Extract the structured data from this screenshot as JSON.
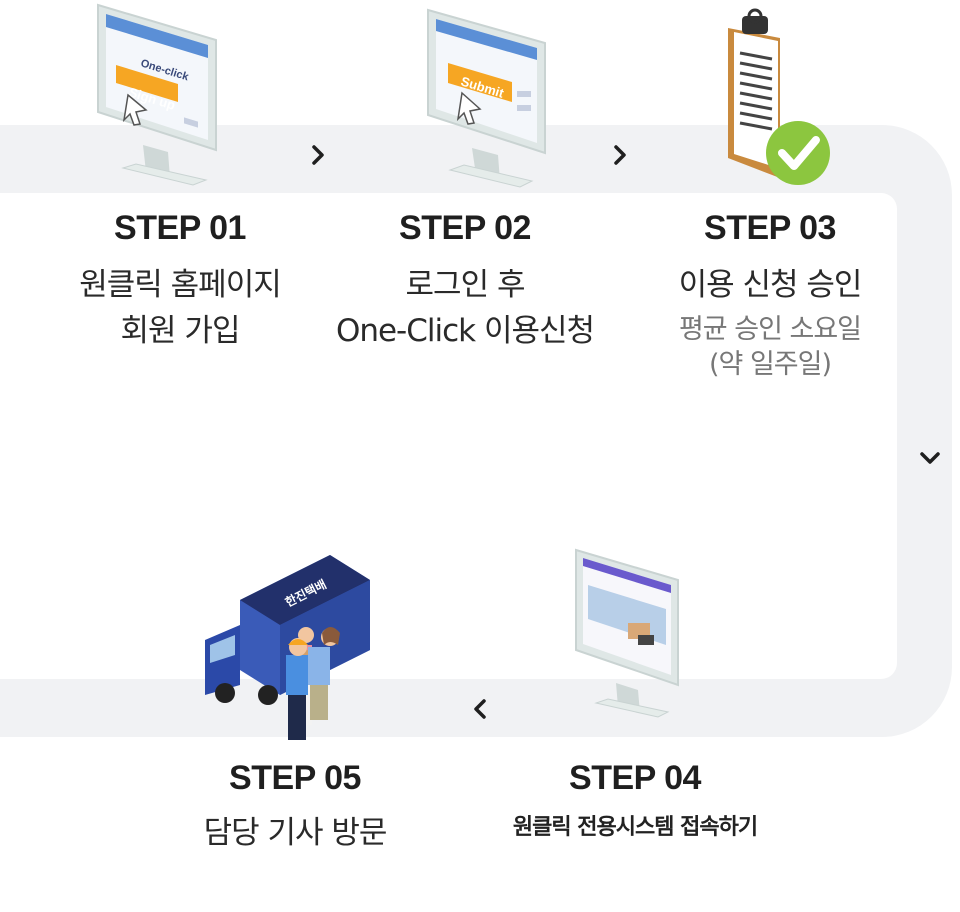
{
  "steps": [
    {
      "title": "STEP 01",
      "lines": [
        "원클릭 홈페이지",
        "회원 가입"
      ],
      "screen_brand": "One-click",
      "screen_button": "Sign up"
    },
    {
      "title": "STEP 02",
      "lines": [
        "로그인 후",
        "One-Click 이용신청"
      ],
      "screen_button": "Submit"
    },
    {
      "title": "STEP 03",
      "lines": [
        "이용 신청 승인"
      ],
      "sub_lines": [
        "평균 승인 소요일",
        "(약 일주일)"
      ]
    },
    {
      "title": "STEP 04",
      "lines": [
        "원클릭 전용시스템 접속하기"
      ]
    },
    {
      "title": "STEP 05",
      "lines": [
        "담당 기사 방문"
      ],
      "truck_label": "한진택배"
    }
  ],
  "colors": {
    "track": "#f1f2f4",
    "accent_orange": "#f6a623",
    "check_green": "#8cc63f",
    "truck_navy": "#22306b"
  },
  "icons": [
    "chevron-right-icon",
    "chevron-down-icon",
    "chevron-left-icon",
    "checkmark-icon"
  ]
}
